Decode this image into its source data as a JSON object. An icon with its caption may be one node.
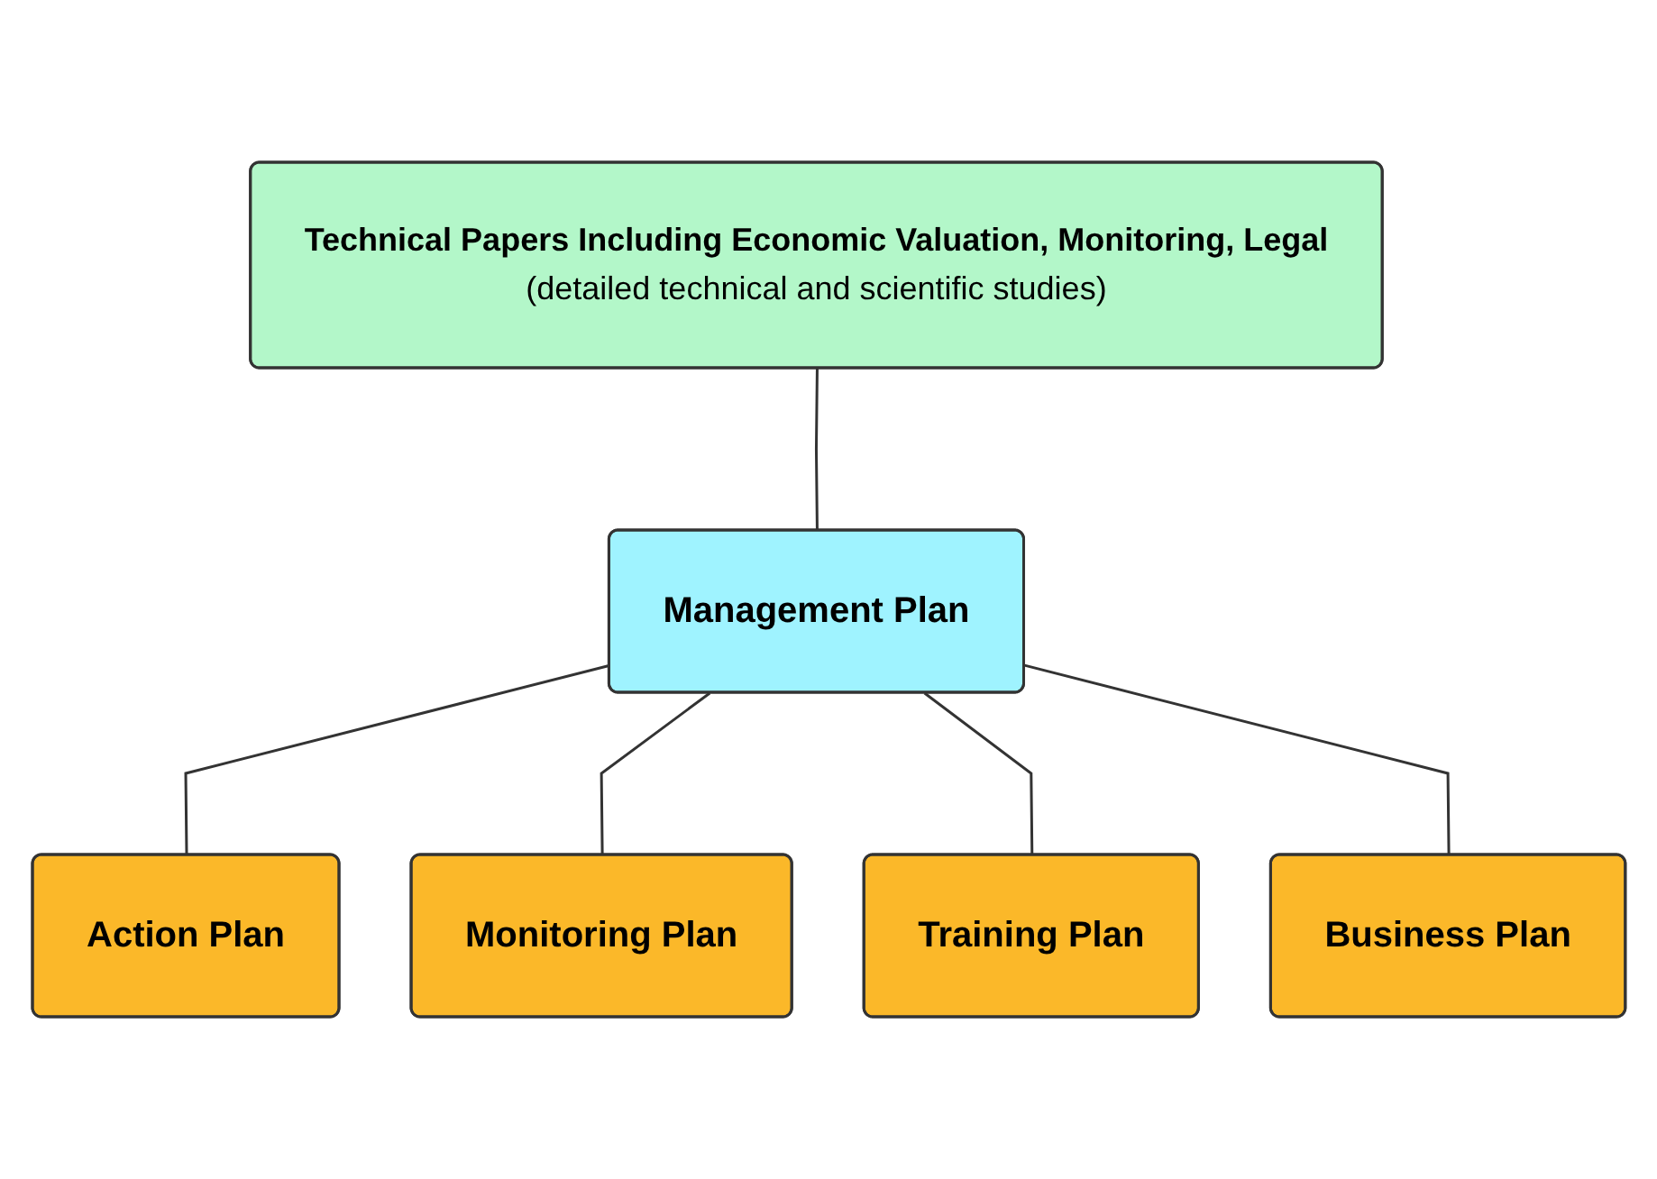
{
  "diagram": {
    "nodes": [
      {
        "text": [
          "Technical Papers Including Economic Valuation, Monitoring, Legal",
          "(detailed technical and scientific studies)"
        ]
      },
      {
        "text": [
          "Management Plan"
        ]
      },
      {
        "text": [
          "Action Plan"
        ]
      },
      {
        "text": [
          "Monitoring Plan"
        ]
      },
      {
        "text": [
          "Training Plan"
        ]
      },
      {
        "text": [
          "Business Plan"
        ]
      }
    ],
    "edges": [
      {
        "from": 0,
        "to": 1,
        "arrow": "none"
      },
      {
        "from": 1,
        "to": 2,
        "arrow": "none"
      },
      {
        "from": 1,
        "to": 3,
        "arrow": "none"
      },
      {
        "from": 1,
        "to": 4,
        "arrow": "none"
      },
      {
        "from": 1,
        "to": 5,
        "arrow": "none"
      }
    ]
  }
}
